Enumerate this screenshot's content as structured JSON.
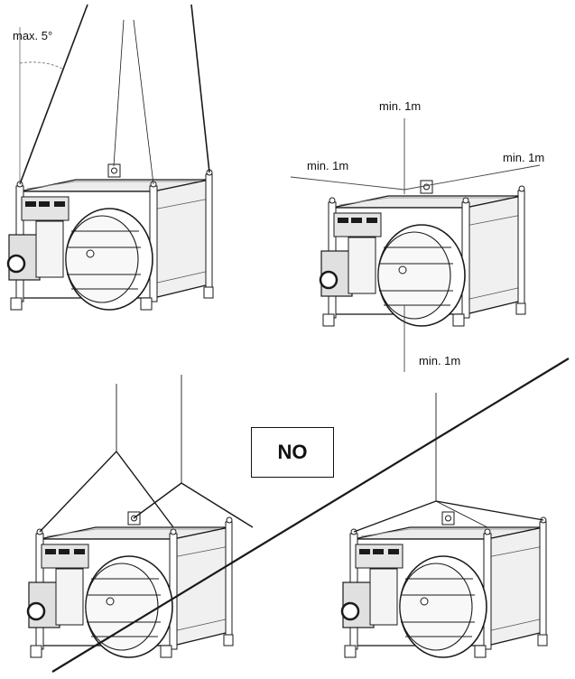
{
  "labels": {
    "max_angle": "max. 5°",
    "clearance_top": "min. 1m",
    "clearance_left": "min. 1m",
    "clearance_right": "min. 1m",
    "clearance_bottom": "min. 1m"
  },
  "forbidden_label": "NO",
  "colors": {
    "line": "#1a1a1a",
    "background": "#ffffff"
  }
}
